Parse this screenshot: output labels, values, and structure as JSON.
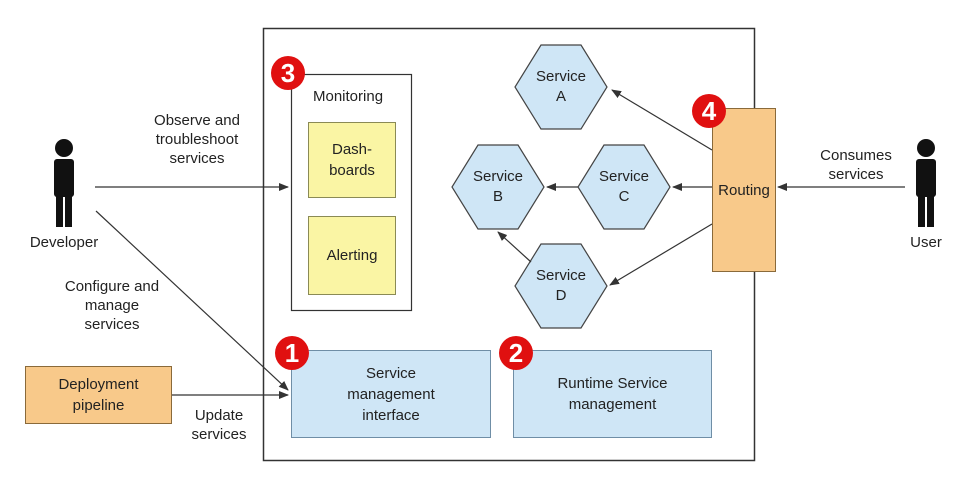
{
  "actors": {
    "developer": "Developer",
    "user": "User"
  },
  "labels": {
    "observe": "Observe and troubleshoot services",
    "configure": "Configure and manage services",
    "update": "Update services",
    "consumes": "Consumes services"
  },
  "boxes": {
    "deployment": "Deployment pipeline",
    "monitoring": "Monitoring",
    "dashboards": "Dash- boards",
    "alerting": "Alerting",
    "service_mgmt_interface": "Service management interface",
    "runtime_service_mgmt": "Runtime Service management",
    "routing": "Routing"
  },
  "services": {
    "a": {
      "line1": "Service",
      "line2": "A"
    },
    "b": {
      "line1": "Service",
      "line2": "B"
    },
    "c": {
      "line1": "Service",
      "line2": "C"
    },
    "d": {
      "line1": "Service",
      "line2": "D"
    }
  },
  "badges": {
    "one": "1",
    "two": "2",
    "three": "3",
    "four": "4"
  },
  "colors": {
    "badge": "#e01010",
    "blue": "#cfe6f6",
    "yellow": "#faf5a4",
    "orange": "#f8c98a"
  }
}
